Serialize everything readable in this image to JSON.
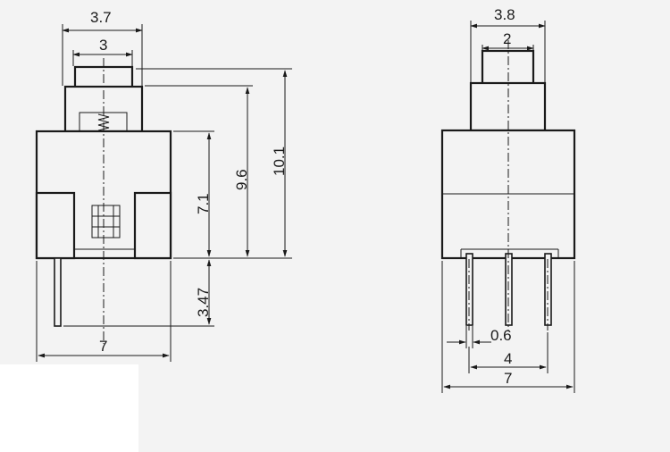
{
  "left_view": {
    "dims": {
      "top_outer": "3.7",
      "top_inner": "3",
      "right_outer": "10.1",
      "right_mid": "9.6",
      "right_inner": "7.1",
      "pin_length": "3.47",
      "width": "7"
    }
  },
  "right_view": {
    "dims": {
      "top_outer": "3.8",
      "top_inner": "2",
      "pin_width": "0.6",
      "pin_pitch": "4",
      "width": "7"
    }
  }
}
